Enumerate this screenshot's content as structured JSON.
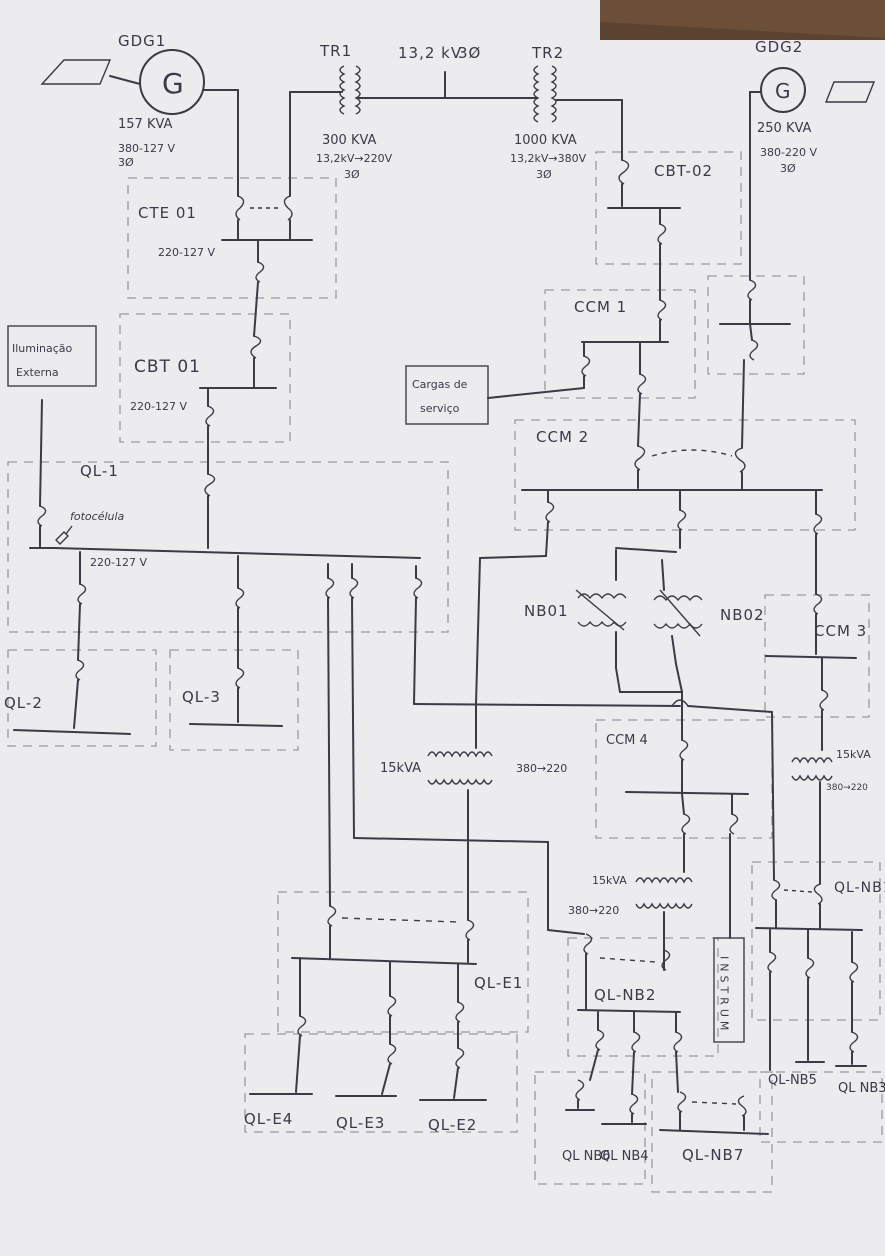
{
  "generators": [
    {
      "name": "GDG1",
      "symbol": "G",
      "rating": "157 KVA",
      "voltage": "380-127 V",
      "phase": "3Ø"
    },
    {
      "name": "GDG2",
      "symbol": "G",
      "rating": "250 KVA",
      "voltage": "380-220 V",
      "phase": "3Ø"
    }
  ],
  "grid": {
    "voltage": "13,2 kV",
    "phase": "3Ø"
  },
  "transformers": [
    {
      "name": "TR1",
      "rating": "300 KVA",
      "ratio": "13,2kV→220V",
      "phase": "3Ø"
    },
    {
      "name": "TR2",
      "rating": "1000 KVA",
      "ratio": "13,2kV→380V",
      "phase": "3Ø"
    },
    {
      "rating": "15kVA",
      "ratio": "380→220"
    },
    {
      "rating": "15kVA",
      "ratio": "380→220"
    },
    {
      "rating": "15kVA",
      "ratio": "380→220"
    }
  ],
  "panels": {
    "cte01": "CTE 01",
    "cte01_voltage": "220-127 V",
    "cbt01": "CBT 01",
    "cbt01_voltage": "220-127 V",
    "cbt02": "CBT-02",
    "ccm1": "CCM 1",
    "ccm2": "CCM 2",
    "ccm3": "CCM 3",
    "ccm4": "CCM 4",
    "ql1": "QL-1",
    "ql1_voltage": "220-127 V",
    "ql2": "QL-2",
    "ql3": "QL-3",
    "qle1": "QL-E1",
    "qle2": "QL-E2",
    "qle3": "QL-E3",
    "qle4": "QL-E4",
    "qlnb1": "QL-NB1",
    "qlnb2": "QL-NB2",
    "qlnb3": "QL NB3",
    "qlnb4": "QL NB4",
    "qlnb5": "QL-NB5",
    "qlnb6": "QL NB6",
    "qlnb7": "QL-NB7",
    "nb01": "NB01",
    "nb02": "NB02",
    "instrum": "INSTRUM"
  },
  "boxes": {
    "external_lighting": [
      "Iluminação",
      "Externa"
    ],
    "service_loads": [
      "Cargas de",
      "serviço"
    ]
  },
  "annotations": {
    "photocell": "fotocélula"
  }
}
